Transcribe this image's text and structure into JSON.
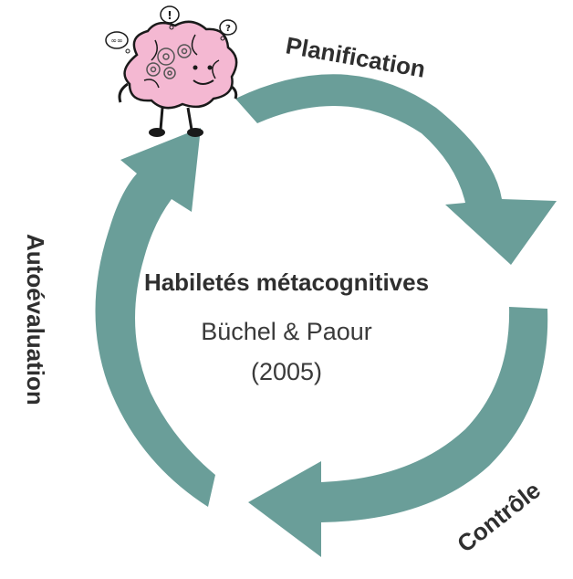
{
  "center": {
    "title": "Habiletés métacognitives",
    "authors": "Büchel & Paour",
    "year": "(2005)"
  },
  "phases": [
    {
      "label": "Planification"
    },
    {
      "label": "Contrôle"
    },
    {
      "label": "Autoévaluation"
    }
  ],
  "colors": {
    "arrow": "#6a9e99",
    "text": "#2f2f2f",
    "brain": "#f4b8d2",
    "outline": "#1a1a1a"
  },
  "icons": [
    "brain-mascot-icon",
    "thought-bubble-icon",
    "exclamation-bubble-icon",
    "question-bubble-icon",
    "gear-icon"
  ]
}
